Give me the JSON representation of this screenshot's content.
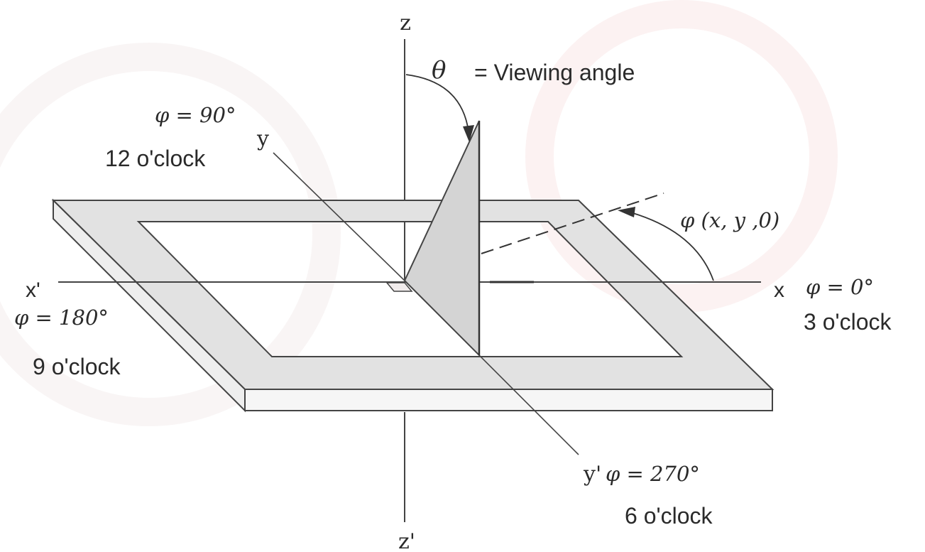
{
  "labels": {
    "z": "z",
    "z_prime": "z'",
    "y": "y",
    "y_prime": "y'",
    "x": "x",
    "x_prime": "x'",
    "theta_symbol": "θ",
    "theta_caption": "= Viewing angle",
    "phi_90": "φ = 90°",
    "clock_12": "12 o'clock",
    "phi_xy0": "φ (x, y ,0)",
    "phi_0": "φ = 0°",
    "clock_3": "3 o'clock",
    "phi_180": "φ = 180°",
    "clock_9": "9 o'clock",
    "phi_270": "φ = 270°",
    "clock_6": "6 o'clock"
  },
  "colors": {
    "frame_top": "#e2e2e2",
    "frame_side": "#f4f4f4",
    "plane": "#d4d4d4",
    "stroke": "#444444",
    "watermark": "#f3d6d6"
  }
}
